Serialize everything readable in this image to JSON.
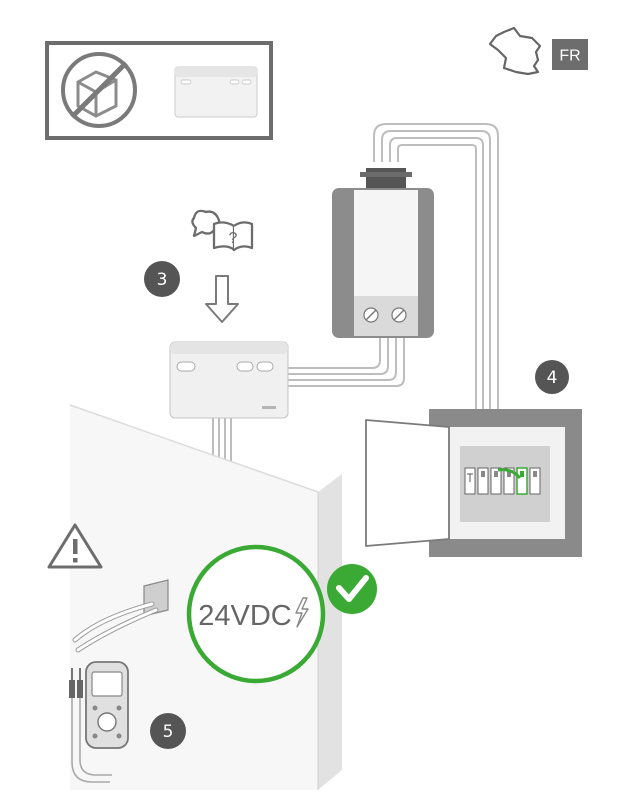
{
  "region": {
    "code": "FR",
    "map_icon": "france-map-icon"
  },
  "steps": [
    {
      "number": "3"
    },
    {
      "number": "4"
    },
    {
      "number": "5"
    }
  ],
  "voltage": {
    "value": "24VDC",
    "icon": "lightning-icon"
  },
  "status": {
    "icon": "check-icon",
    "color": "#3aaa35"
  },
  "warning": {
    "icon": "warning-triangle-icon"
  },
  "prohibition": {
    "icon": "no-power-icon"
  },
  "colors": {
    "step_badge": "#555555",
    "voltage_ring": "#3aaa35",
    "panel_dark": "#8a8a8a",
    "highlight_breaker": "#3aaa35"
  }
}
